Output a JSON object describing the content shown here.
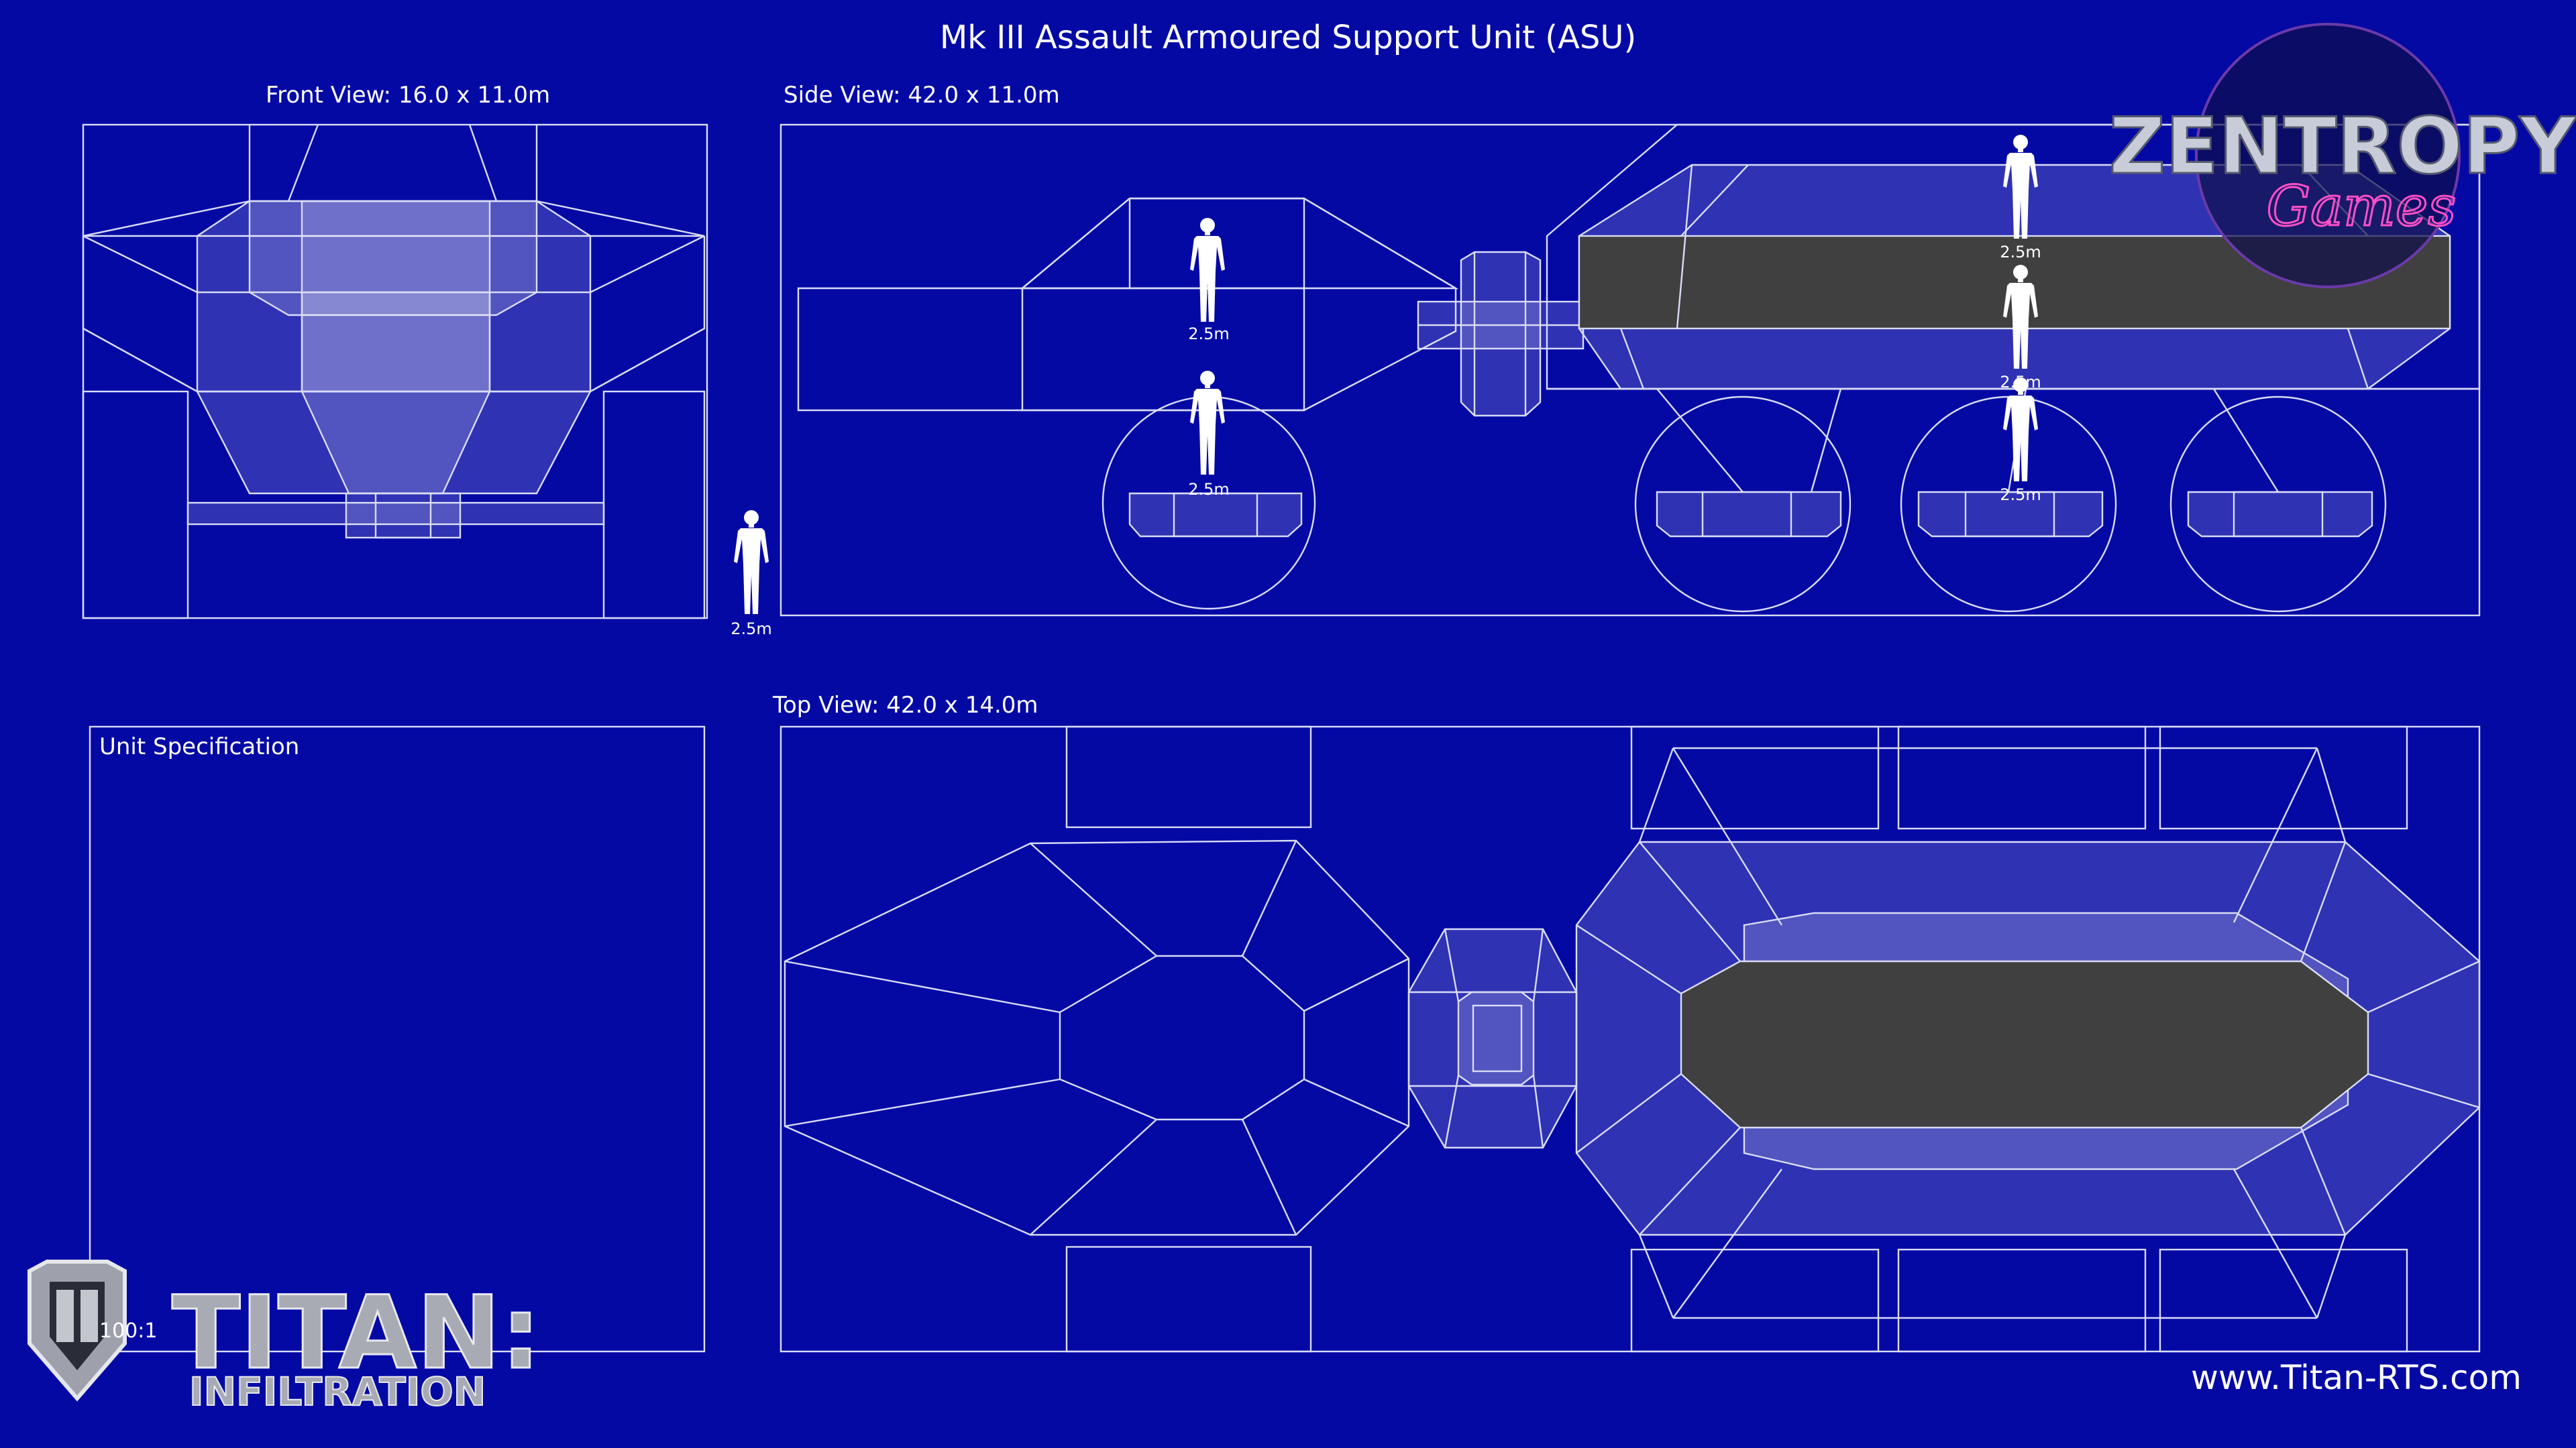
{
  "title": "Mk III Assault Armoured Support Unit (ASU)",
  "views": {
    "front": "Front View: 16.0 x 11.0m",
    "side": "Side View: 42.0 x 11.0m",
    "top": "Top View: 42.0 x 14.0m"
  },
  "specification": {
    "heading": "Unit Specification",
    "scale": "100:1"
  },
  "human_reference": "2.5m",
  "brand": {
    "zentropy_main": "ZENTROPY",
    "zentropy_sub": "Games",
    "titan_main": "TITAN:",
    "titan_sub": "INFILTRATION"
  },
  "website": "www.Titan-RTS.com",
  "colors": {
    "background": "#0509a4",
    "lines": "#d9dcf5",
    "hull_dark": "#404040"
  }
}
